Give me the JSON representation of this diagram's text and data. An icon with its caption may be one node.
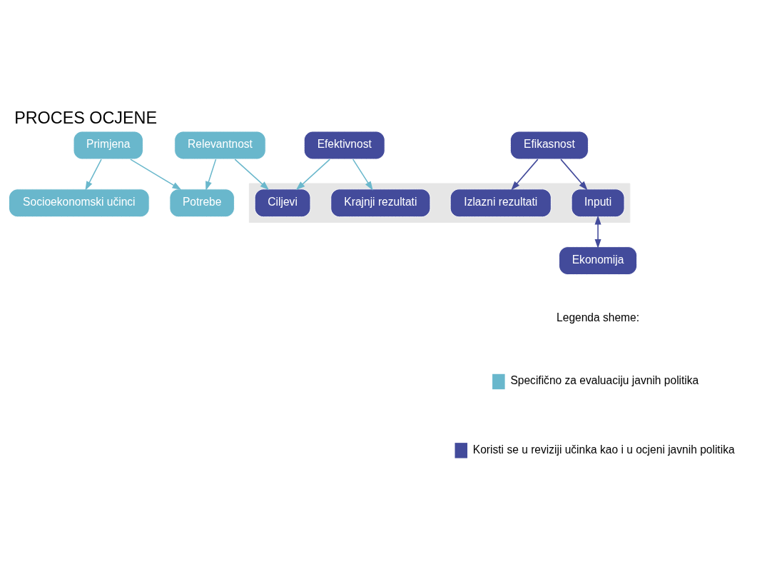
{
  "diagram": {
    "title": "PROCES OCJENE",
    "nodes": [
      {
        "text": [
          "Primjena"
        ]
      },
      {
        "text": [
          "Efikasnost"
        ]
      },
      {
        "text": [
          "Potrebe"
        ]
      },
      {
        "text": [],
        "shape": "arrow"
      },
      {
        "text": [
          "Ciljevi"
        ],
        "in": 3
      },
      {
        "text": [
          "Inputi"
        ],
        "in": 3
      },
      {
        "text": [
          "Izlazni rezultati"
        ],
        "in": 3
      },
      {
        "text": [
          "Krajnji rezultati"
        ],
        "in": 3
      },
      {
        "text": [
          "Socioekonomski učinci"
        ]
      },
      {
        "text": [
          "Ekonomija"
        ]
      },
      {
        "text": [
          "Relevantnost"
        ]
      },
      {
        "text": [
          "Efektivnost"
        ]
      }
    ],
    "edges": [
      {
        "from": 0,
        "to": 2,
        "arrow": "to"
      },
      {
        "from": 0,
        "to": 8,
        "arrow": "to"
      },
      {
        "from": 1,
        "to": 5,
        "arrow": "to",
        "color": "#434b9b"
      },
      {
        "from": 1,
        "to": 6,
        "arrow": "to",
        "color": "#434b9b"
      },
      {
        "from": 5,
        "to": 9,
        "arrow": "both",
        "color": "#434b9b"
      },
      {
        "from": 10,
        "to": 2,
        "arrow": "to"
      },
      {
        "from": 10,
        "to": 4,
        "arrow": "to"
      },
      {
        "from": 11,
        "to": 4,
        "arrow": "to"
      },
      {
        "from": 11,
        "to": 7,
        "arrow": "to"
      }
    ],
    "labels": [
      "Legenda sheme:"
    ],
    "legend": [
      {
        "text": "Specifično za evaluaciju javnih politika",
        "color": "#69b7cc"
      },
      {
        "text": "Koristi se u reviziji učinka kao i u ocjeni javnih politika",
        "color": "#434b9b"
      }
    ]
  }
}
